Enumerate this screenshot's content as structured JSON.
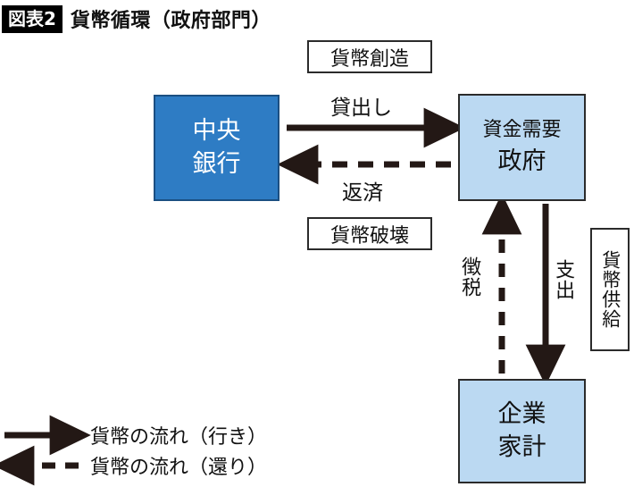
{
  "title": {
    "badge": "図表2",
    "text": "貨幣循環（政府部門）"
  },
  "colors": {
    "central_bank_fill": "#2E7CC4",
    "central_bank_border": "#1B4F82",
    "light_box_fill": "#BBD9F2",
    "box_border": "#2B2B2B",
    "arrow": "#231815",
    "background": "#FFFFFF"
  },
  "nodes": {
    "central_bank": {
      "line1": "中央",
      "line2": "銀行"
    },
    "government": {
      "line1": "資金需要",
      "line2": "政府"
    },
    "firms_households": {
      "line1": "企業",
      "line2": "家計"
    }
  },
  "annotations": {
    "money_creation": "貨幣創造",
    "money_destruction": "貨幣破壊",
    "money_supply": "貨幣供給"
  },
  "flows": {
    "lending": "貸出し",
    "repayment": "返済",
    "taxation": "徴税",
    "spending": "支出"
  },
  "legend": {
    "outbound": "貨幣の流れ（行き）",
    "inbound": "貨幣の流れ（還り）"
  }
}
